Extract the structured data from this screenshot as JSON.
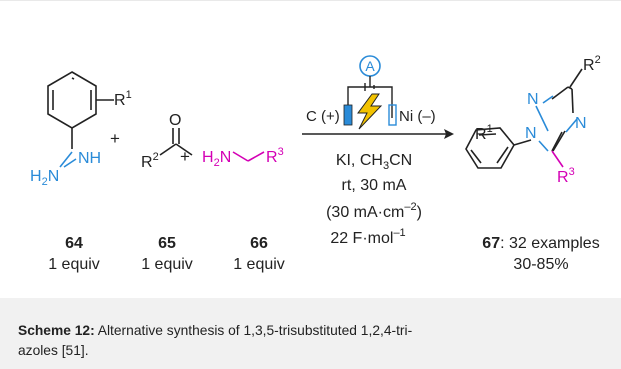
{
  "scheme": {
    "reactants": [
      {
        "number": "64",
        "equiv": "1 equiv",
        "substituent": "R",
        "sub_index": "1",
        "group_prefix": "H",
        "group_h_count": "2",
        "group_n1": "N",
        "group_n2": "NH"
      },
      {
        "number": "65",
        "equiv": "1 equiv",
        "carbonyl_atom": "O",
        "substituent": "R",
        "sub_index": "2"
      },
      {
        "number": "66",
        "equiv": "1 equiv",
        "amine_prefix": "H",
        "amine_h_count": "2",
        "amine_atom": "N",
        "substituent": "R",
        "sub_index": "3"
      }
    ],
    "plus_signs": [
      "+",
      "+"
    ],
    "conditions": {
      "cell_label": "A",
      "anode_label": "C (+)",
      "cathode_label": "Ni (–)",
      "line1_a": "KI, CH",
      "line1_sub": "3",
      "line1_b": "CN",
      "line2": "rt, 30 mA",
      "line3_a": "(30 mA·cm",
      "line3_sup": "–2",
      "line3_b": ")",
      "line4_a": "22 F·mol",
      "line4_sup": "–1"
    },
    "product": {
      "number": "67",
      "result": ": 32 examples",
      "yield": "30-85%",
      "n1": "N",
      "n2": "N",
      "n4": "N",
      "r_symbol": "R",
      "r1": "1",
      "r2": "2",
      "r3": "3"
    }
  },
  "caption": {
    "label": "Scheme 12:",
    "line1": " Alternative synthesis of 1,3,5-trisubstituted 1,2,4-tri-",
    "line2": "azoles [51]."
  },
  "colors": {
    "text": "#222222",
    "nitrogen": "#2a8bd8",
    "amine": "#d400b5",
    "lightning": "#f2c200",
    "electrode_blue": "#2a8bd8",
    "caption_bg": "#f1f1f1"
  }
}
